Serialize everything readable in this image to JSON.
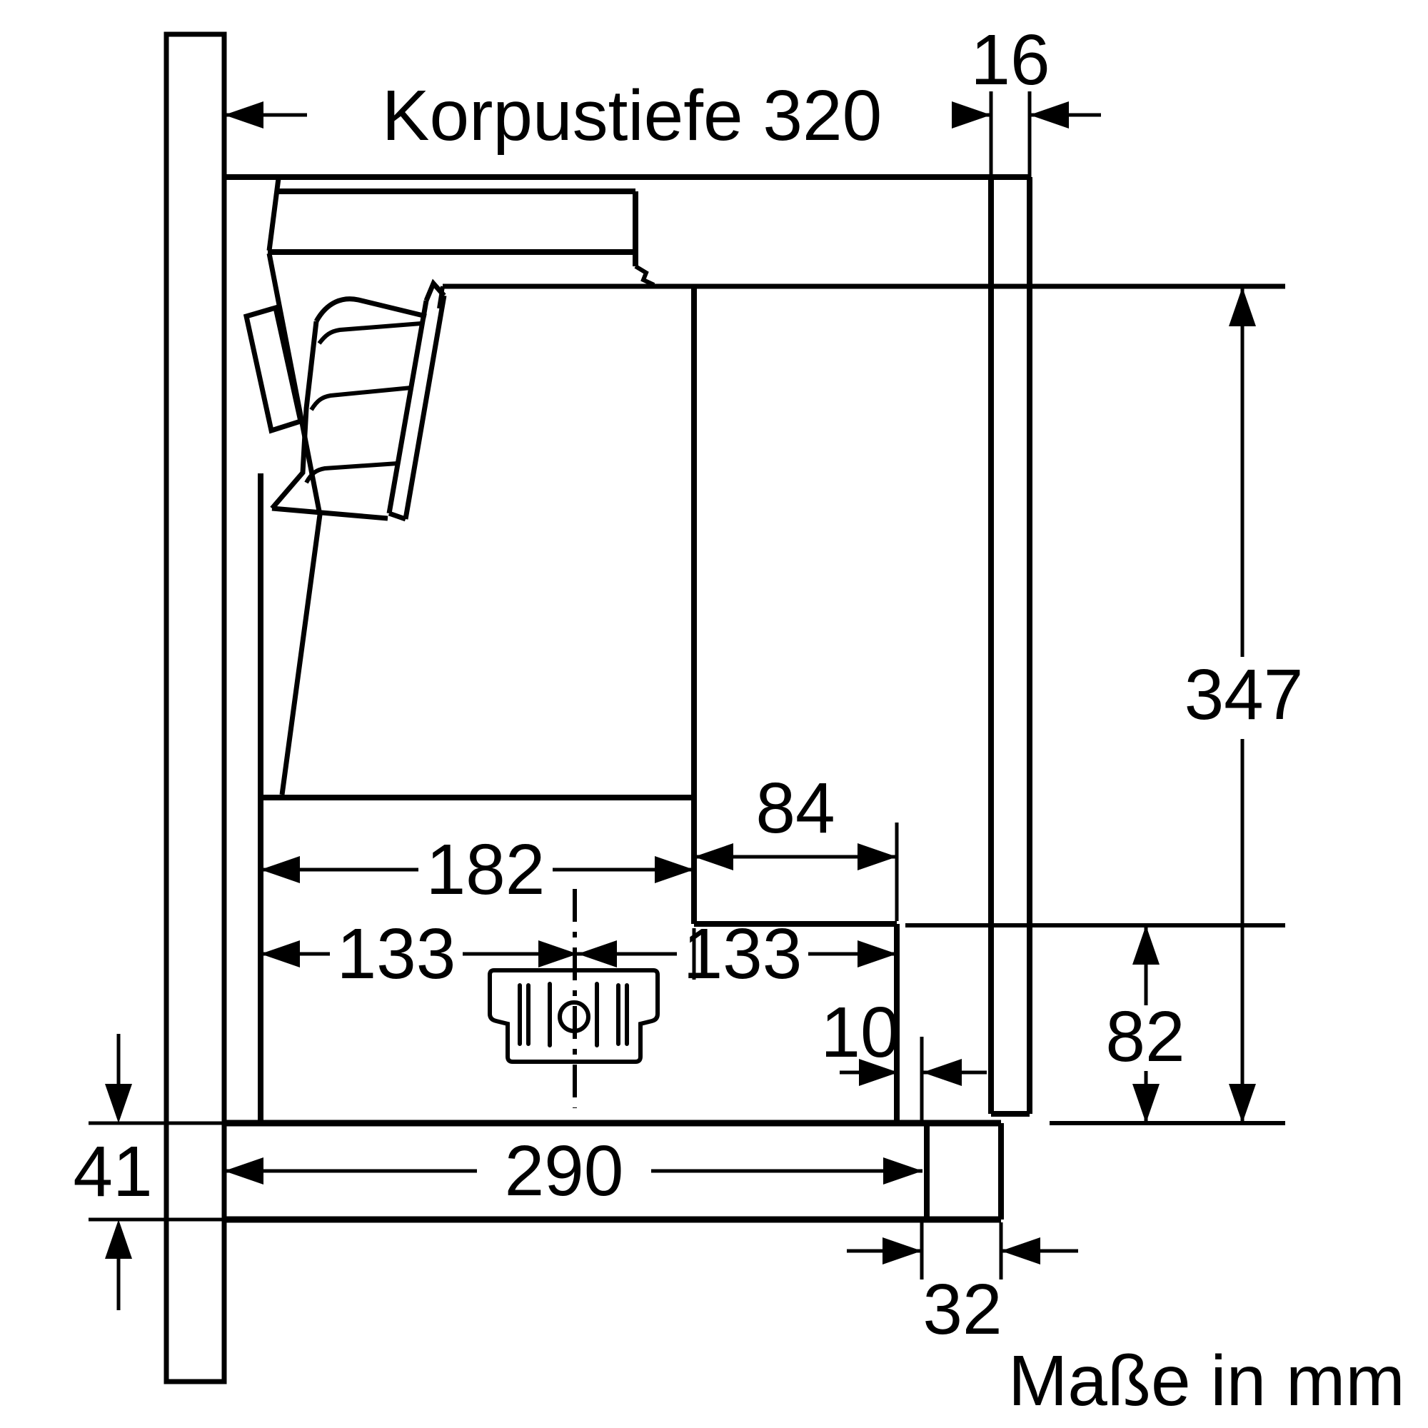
{
  "drawing": {
    "labels": {
      "korpustiefe_320": "Korpustiefe 320",
      "thickness_16": "16",
      "height_347": "347",
      "overhang_84": "84",
      "width_182": "182",
      "width_133_left": "133",
      "width_133_right": "133",
      "gap_10": "10",
      "height_82": "82",
      "height_41": "41",
      "depth_290": "290",
      "width_32": "32",
      "units_note": "Maße in mm"
    },
    "dimensions_mm": [
      {
        "name": "cabinet depth (Korpustiefe)",
        "value": 320
      },
      {
        "name": "front panel thickness",
        "value": 16
      },
      {
        "name": "height below cabinet top",
        "value": 347
      },
      {
        "name": "front overhang",
        "value": 84
      },
      {
        "name": "body depth",
        "value": 182
      },
      {
        "name": "duct centre from back",
        "value": 133
      },
      {
        "name": "duct centre to front edge",
        "value": 133
      },
      {
        "name": "gap to panel",
        "value": 10
      },
      {
        "name": "pull-out front height",
        "value": 82
      },
      {
        "name": "bottom strip height",
        "value": 41
      },
      {
        "name": "bottom depth",
        "value": 290
      },
      {
        "name": "handle strip width",
        "value": 32
      }
    ],
    "colors": {
      "ink": "#000000",
      "paper": "#ffffff"
    }
  }
}
